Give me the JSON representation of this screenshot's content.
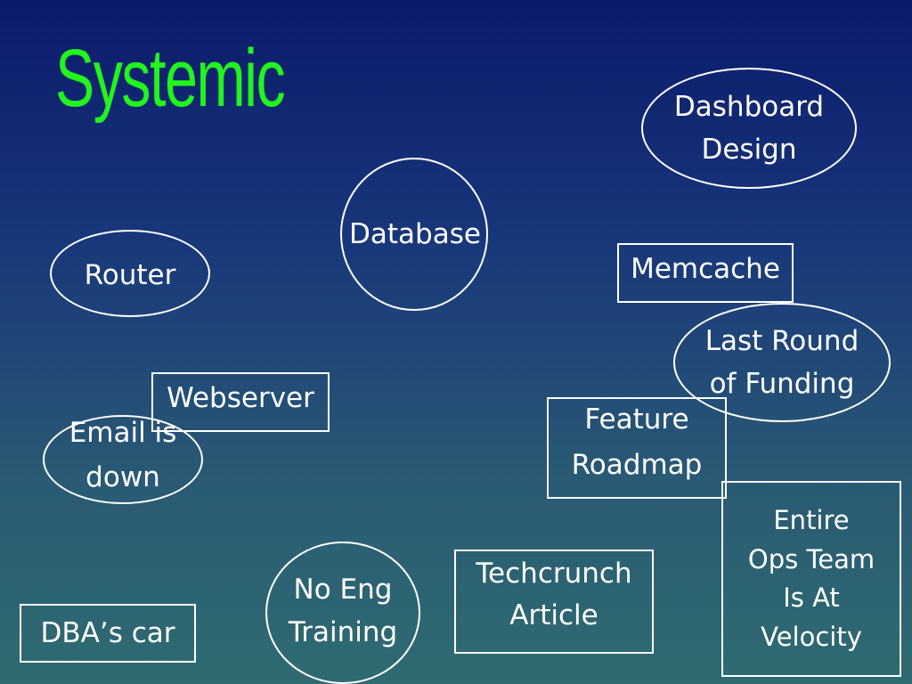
{
  "title": "Systemic",
  "nodes": {
    "dashboard_design": [
      "Dashboard",
      "Design"
    ],
    "database": "Database",
    "router": "Router",
    "memcache": "Memcache",
    "last_round_of_funding": [
      "Last Round",
      "of Funding"
    ],
    "webserver": "Webserver",
    "email_is_down": [
      "Email is",
      "down"
    ],
    "feature_roadmap": [
      "Feature",
      "Roadmap"
    ],
    "entire_ops_team": [
      "Entire",
      "Ops Team",
      "Is At",
      "Velocity"
    ],
    "no_eng_training": [
      "No Eng",
      "Training"
    ],
    "techcrunch_article": [
      "Techcrunch",
      "Article"
    ],
    "dbas_car": "DBA’s car"
  }
}
